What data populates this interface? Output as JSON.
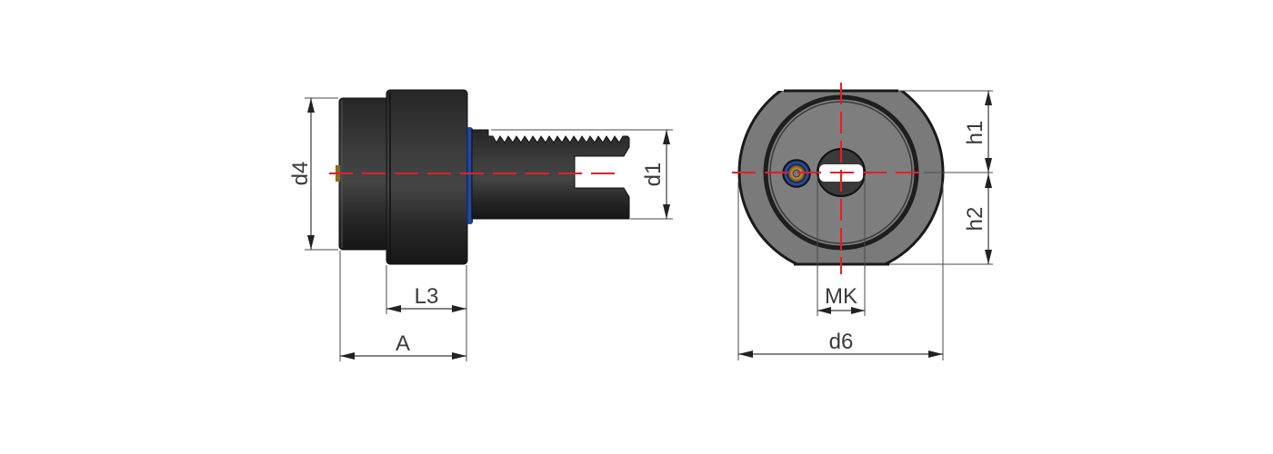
{
  "drawing": {
    "type": "technical-dimension-drawing",
    "subject": "VDI tool holder with threaded shank",
    "colors": {
      "background": "#ffffff",
      "body_dark": "#1e1e1e",
      "body_face": "#7a7a7a",
      "centerline": "#e0202a",
      "oring": "#1c3a8c",
      "dimension_lines": "#3a3a3a"
    },
    "side_view": {
      "labels": {
        "d4": "d4",
        "d1": "d1",
        "L3": "L3",
        "A": "A"
      }
    },
    "front_view": {
      "labels": {
        "h1": "h1",
        "h2": "h2",
        "MK": "MK",
        "d6": "d6"
      }
    }
  }
}
